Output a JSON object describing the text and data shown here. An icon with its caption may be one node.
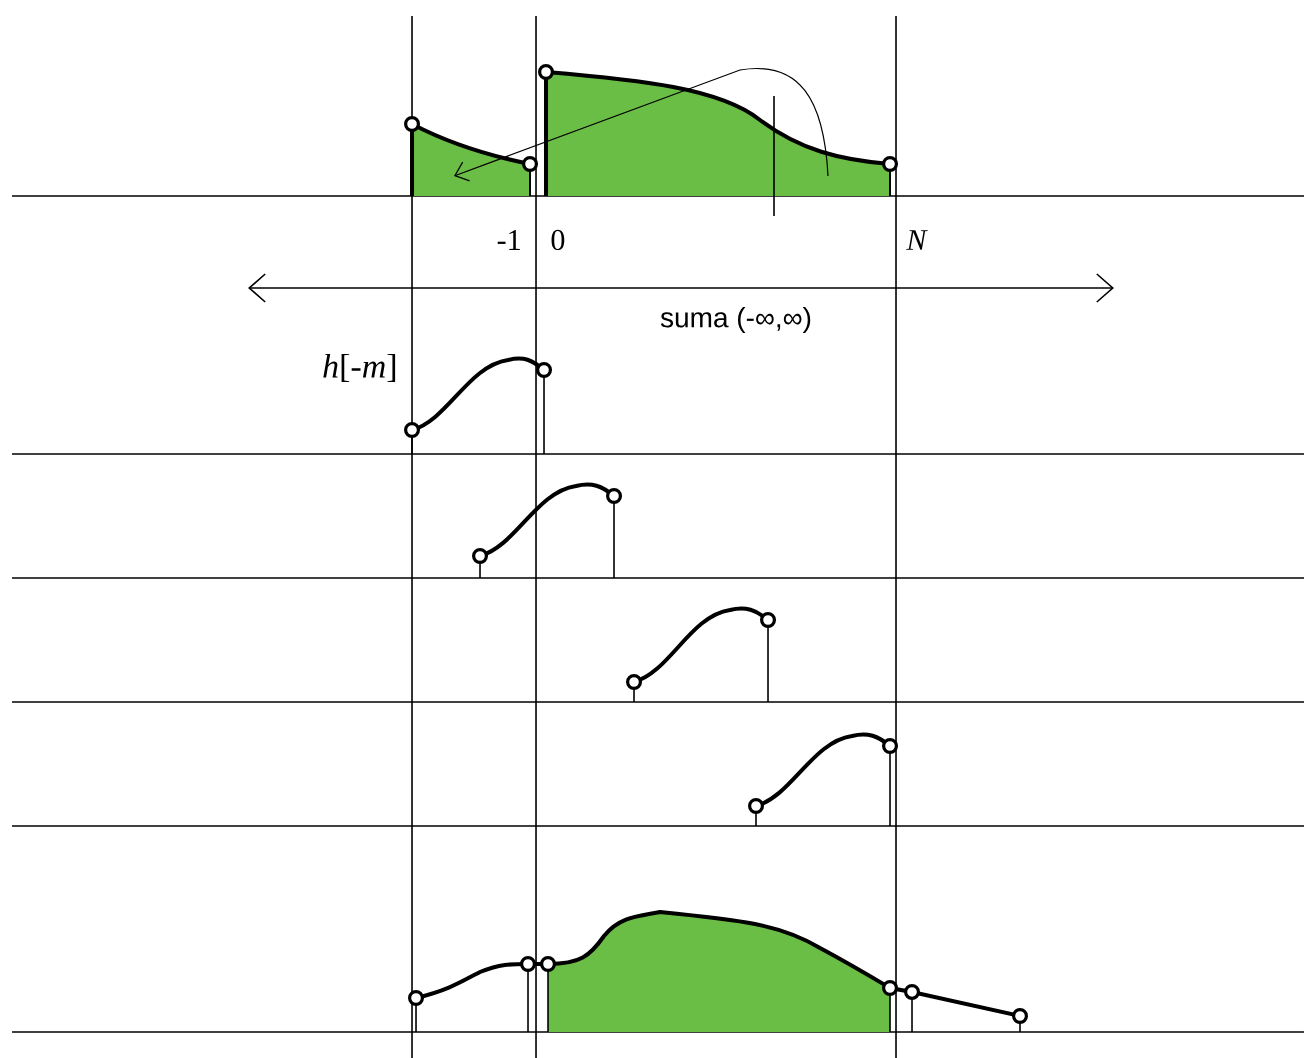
{
  "diagram": {
    "labels": [
      "-1",
      "0",
      "N",
      "suma (-∞,∞)",
      "*h*[-*m*]"
    ]
  }
}
